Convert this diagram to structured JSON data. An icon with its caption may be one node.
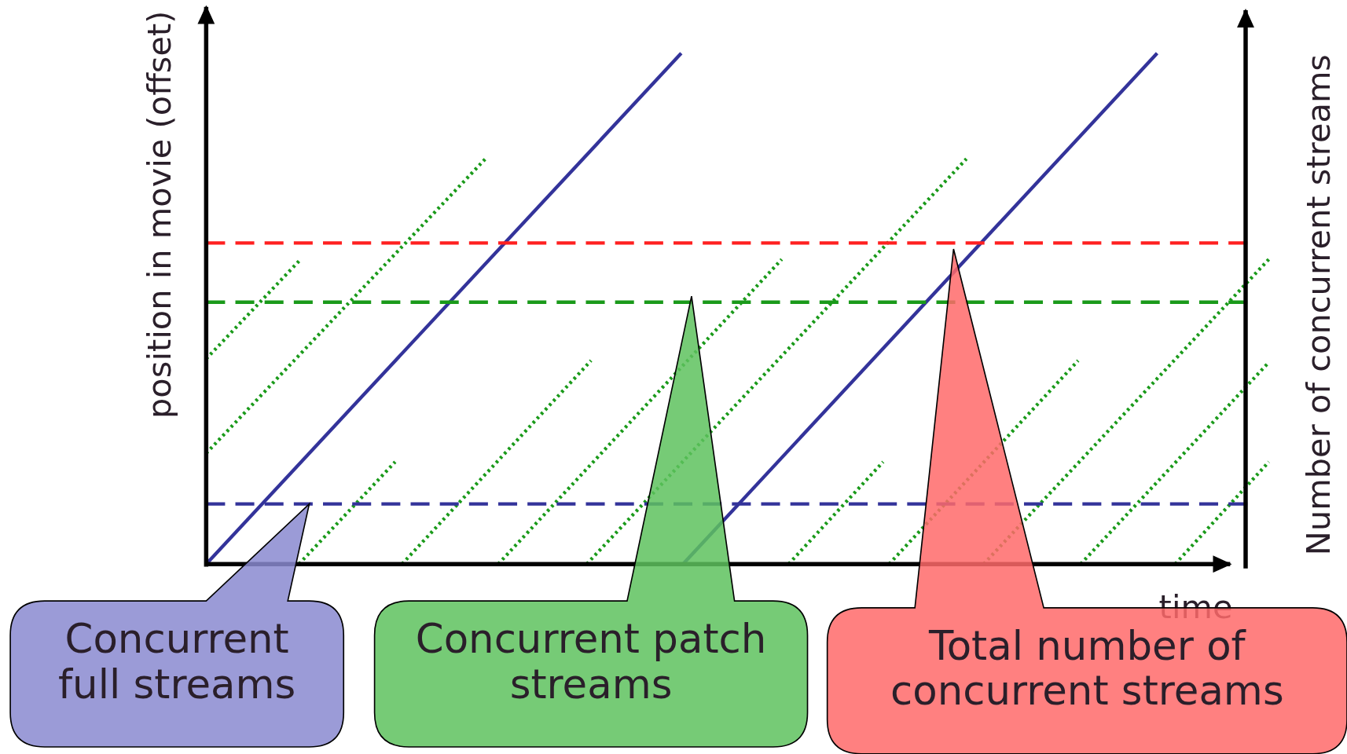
{
  "diagram": {
    "nodes": [
      {
        "text": [
          "Concurrent full streams"
        ]
      },
      {
        "text": [
          "Concurrent patch streams"
        ]
      },
      {
        "text": [
          "Total number of concurrent streams"
        ]
      }
    ],
    "edges": [],
    "labels": [
      "position in movie (offset)",
      "time",
      "Number of concurrent streams"
    ]
  }
}
